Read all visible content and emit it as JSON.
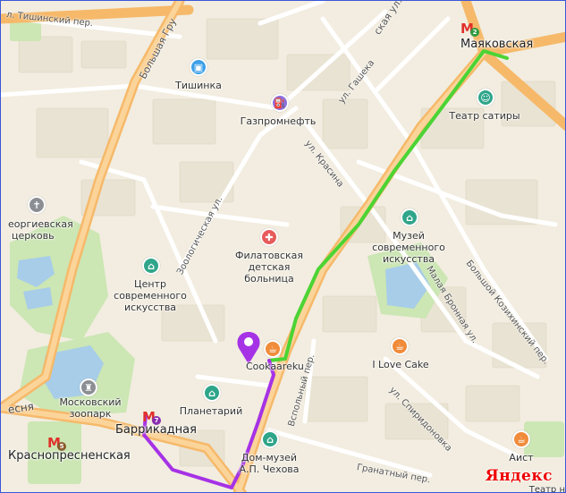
{
  "colors": {
    "route_walk": "#4bd434",
    "route_transit": "#a632e6",
    "major_road": "#f6b96a",
    "park": "#cce6b4",
    "water": "#a7cde8",
    "poi_blue": "#3ea0e8",
    "poi_green": "#2fa58a",
    "poi_red": "#e85b5b",
    "poi_orange": "#f08b3a",
    "poi_violet": "#8c6ee0",
    "poi_gray": "#8b8f94",
    "metro_red": "#e0312a",
    "line2": "#2e9b41",
    "line5": "#8b5a2b",
    "line7": "#8a2fb0"
  },
  "metro": [
    {
      "name": "Маяковская",
      "line": "2",
      "line_color": "#2e9b41"
    },
    {
      "name": "Баррикадная",
      "line": "7",
      "line_color": "#8a2fb0"
    },
    {
      "name": "Краснопресненская",
      "line": "5",
      "line_color": "#8b5a2b"
    }
  ],
  "pois": [
    {
      "name": "Тишинка",
      "icon": "shopping-bag-icon",
      "color": "#3ea0e8"
    },
    {
      "name": "Газпромнефть",
      "icon": "fuel-pump-icon",
      "color": "#8c6ee0"
    },
    {
      "name": "Театр сатиры",
      "icon": "theater-masks-icon",
      "color": "#2fa58a"
    },
    {
      "name": "Георгиевская церковь",
      "line1": "еоргиевская",
      "line2": "церковь",
      "icon": "church-cross-icon",
      "color": "#8b8f94"
    },
    {
      "name": "Филатовская детская больница",
      "line1": "Филатовская",
      "line2": "детская",
      "line3": "больница",
      "icon": "hospital-cross-icon",
      "color": "#e85b5b"
    },
    {
      "name": "Музей современного искусства",
      "line1": "Музей",
      "line2": "современного",
      "line3": "искусства",
      "icon": "museum-icon",
      "color": "#2fa58a"
    },
    {
      "name": "Центр современного искусства",
      "line1": "Центр",
      "line2": "современного",
      "line3": "искусства",
      "icon": "museum-icon",
      "color": "#2fa58a"
    },
    {
      "name": "Cookaareku",
      "icon": "cafe-icon",
      "color": "#f08b3a"
    },
    {
      "name": "I Love Cake",
      "icon": "cafe-icon",
      "color": "#f08b3a"
    },
    {
      "name": "Московский зоопарк",
      "line1": "Московский",
      "line2": "зоопарк",
      "icon": "zoo-castle-icon",
      "color": "#8b8f94"
    },
    {
      "name": "Планетарий",
      "icon": "museum-icon",
      "color": "#2fa58a"
    },
    {
      "name": "Дом-музей А.П. Чехова",
      "line1": "Дом-музей",
      "line2": "А.П. Чехова",
      "icon": "museum-icon",
      "color": "#2fa58a"
    },
    {
      "name": "Аист",
      "icon": "cafe-icon",
      "color": "#f08b3a"
    }
  ],
  "streets": {
    "tishinsky": "л. Тишинский пер.",
    "bolshaya_gru": "Большая Гру",
    "skaya": "ская ул.",
    "gasheka": "ул. Гашека",
    "krasina": "ул. Красина",
    "zoologicheskaya": "Зоологическая ул.",
    "malaya_bronnaya": "Малая Бронная ул.",
    "bolshoy_kozikhinsky": "Большой Козихинский пер.",
    "vspolny": "Вспольный пер.",
    "spiridonovka": "ул. Спиридоновка",
    "granatny": "Гранатный пер.",
    "presnya": "есня"
  },
  "logo": "Яндекс",
  "cut_text": "Театр н"
}
